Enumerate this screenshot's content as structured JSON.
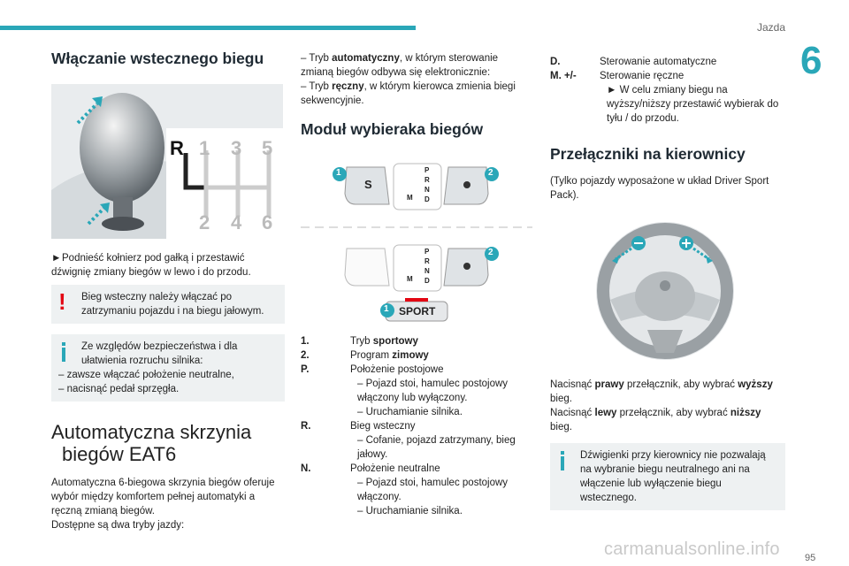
{
  "header": {
    "section": "Jazda",
    "chapter": "6"
  },
  "col1": {
    "title": "Włączanie wstecznego biegu",
    "gear_pattern": {
      "top": [
        "R",
        "1",
        "3",
        "5"
      ],
      "bottom": [
        "2",
        "4",
        "6"
      ]
    },
    "instruction": "Podnieść kołnierz pod gałką i przestawić dźwignię zmiany biegów w lewo i do przodu.",
    "warning_note": "Bieg wsteczny należy włączać po zatrzymaniu pojazdu i na biegu jałowym.",
    "info_note": {
      "intro": "Ze względów bezpieczeństwa i dla ułatwienia rozruchu silnika:",
      "items": [
        "– zawsze włączać położenie neutralne,",
        "– nacisnąć pedał sprzęgła."
      ]
    },
    "section_title_line1": "Automatyczna skrzynia",
    "section_title_line2": "biegów EAT6",
    "body1": "Automatyczna 6-biegowa skrzynia biegów oferuje wybór między komfortem pełnej automatyki a ręczną zmianą biegów.",
    "body2": "Dostępne są dwa tryby jazdy:"
  },
  "col2": {
    "mode_auto_pre": "– Tryb ",
    "mode_auto_bold": "automatyczny",
    "mode_auto_post": ", w którym sterowanie zmianą biegów odbywa się elektronicznie:",
    "mode_manual_pre": "– Tryb ",
    "mode_manual_bold": "ręczny",
    "mode_manual_post": ", w którym kierowca zmienia biegi sekwencyjnie.",
    "title": "Moduł wybieraka biegów",
    "figure": {
      "callout1": "1",
      "callout2": "2",
      "callout2b": "2",
      "callout1b": "1",
      "s_label": "S",
      "sport_label": "SPORT",
      "gear_letters": [
        "P",
        "R",
        "N",
        "D"
      ],
      "m_label": "M"
    },
    "defs": [
      {
        "key": "1.",
        "lines": [
          "Tryb |sportowy"
        ]
      },
      {
        "key": "2.",
        "lines": [
          "Program |zimowy"
        ]
      },
      {
        "key": "P.",
        "lines": [
          "Położenie postojowe",
          "– Pojazd stoi, hamulec postojowy włączony lub wyłączony.",
          "– Uruchamianie silnika."
        ]
      },
      {
        "key": "R.",
        "lines": [
          "Bieg wsteczny",
          "– Cofanie, pojazd zatrzymany, bieg jałowy."
        ]
      },
      {
        "key": "N.",
        "lines": [
          "Położenie neutralne",
          "– Pojazd stoi, hamulec postojowy włączony.",
          "– Uruchamianie silnika."
        ]
      }
    ]
  },
  "col3": {
    "defs": [
      {
        "key": "D.",
        "lines": [
          "Sterowanie automatyczne"
        ]
      },
      {
        "key": "M. +/-",
        "lines": [
          "Sterowanie ręczne",
          "► W celu zmiany biegu na wyższy/niższy przestawić wybierak do tyłu / do przodu."
        ]
      }
    ],
    "title": "Przełączniki na kierownicy",
    "subtitle": "(Tylko pojazdy wyposażone w układ Driver Sport Pack).",
    "body_right_pre": "Nacisnąć ",
    "body_right_b1": "prawy",
    "body_right_mid": " przełącznik, aby wybrać ",
    "body_right_b2": "wyższy",
    "body_right_post": " bieg.",
    "body_left_pre": "Nacisnąć ",
    "body_left_b1": "lewy",
    "body_left_mid": " przełącznik, aby wybrać ",
    "body_left_b2": "niższy",
    "body_left_post": " bieg.",
    "info_note": "Dźwigienki przy kierownicy nie pozwalają na wybranie biegu neutralnego ani na włączenie lub wyłączenie biegu wstecznego."
  },
  "footer": {
    "page": "95",
    "watermark": "carmanualsonline.info"
  },
  "colors": {
    "accent": "#2aa7b8",
    "warning": "#e30613",
    "note_bg": "#eef1f2"
  }
}
